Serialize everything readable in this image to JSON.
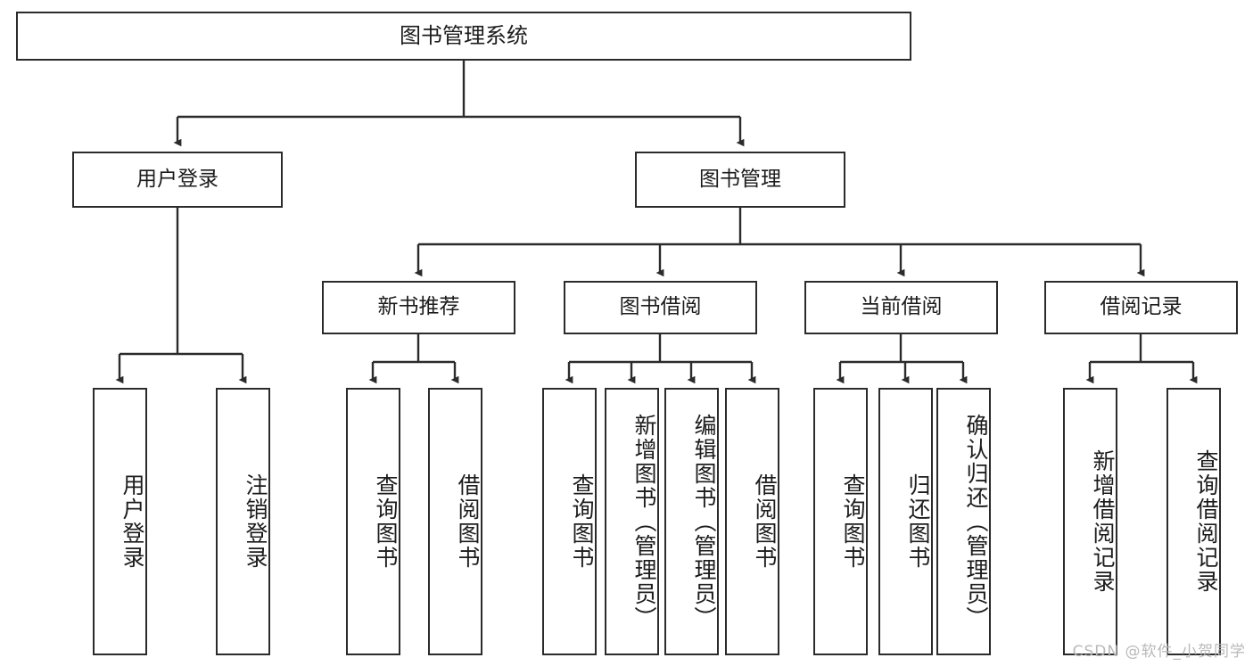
{
  "diagram": {
    "title": "图书管理系统",
    "type": "functional-hierarchy-tree",
    "stroke_color": "#2b2b2b",
    "background_color": "#ffffff",
    "root": {
      "id": "root",
      "label": "图书管理系统"
    },
    "level2": [
      {
        "id": "user-login",
        "label": "用户登录"
      },
      {
        "id": "book-management",
        "label": "图书管理"
      }
    ],
    "level3": [
      {
        "id": "new-book-recommend",
        "label": "新书推荐",
        "parent": "book-management"
      },
      {
        "id": "book-borrow",
        "label": "图书借阅",
        "parent": "book-management"
      },
      {
        "id": "current-borrow",
        "label": "当前借阅",
        "parent": "book-management"
      },
      {
        "id": "borrow-record",
        "label": "借阅记录",
        "parent": "book-management"
      }
    ],
    "leaves": {
      "user_login": [
        {
          "id": "leaf-user-login",
          "label": "用户登录"
        },
        {
          "id": "leaf-user-logout",
          "label": "注销登录"
        }
      ],
      "new_book_recommend": [
        {
          "id": "leaf-query-book-1",
          "label": "查询图书"
        },
        {
          "id": "leaf-borrow-book-1",
          "label": "借阅图书"
        }
      ],
      "book_borrow": [
        {
          "id": "leaf-query-book-2",
          "label": "查询图书"
        },
        {
          "id": "leaf-add-book",
          "label": "新增图书（管理员）"
        },
        {
          "id": "leaf-edit-book",
          "label": "编辑图书（管理员）"
        },
        {
          "id": "leaf-borrow-book-2",
          "label": "借阅图书"
        }
      ],
      "current_borrow": [
        {
          "id": "leaf-query-book-3",
          "label": "查询图书"
        },
        {
          "id": "leaf-return-book",
          "label": "归还图书"
        },
        {
          "id": "leaf-confirm-return",
          "label": "确认归还（管理员）"
        }
      ],
      "borrow_record": [
        {
          "id": "leaf-add-borrow-record",
          "label": "新增借阅记录"
        },
        {
          "id": "leaf-query-borrow-record",
          "label": "查询借阅记录"
        }
      ]
    }
  },
  "watermark": {
    "text": "CSDN @软件_小贺同学"
  }
}
